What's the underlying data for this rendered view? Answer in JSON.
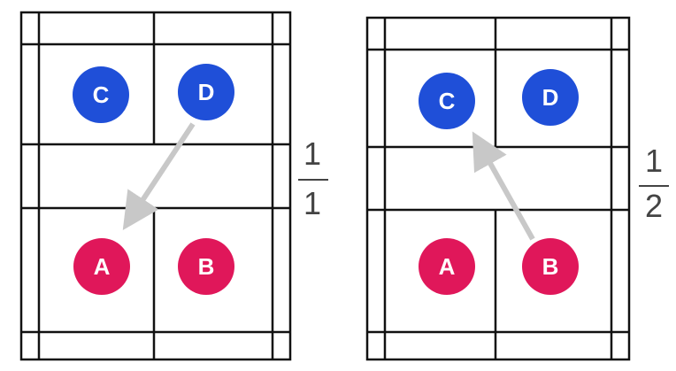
{
  "colors": {
    "court_line": "#111111",
    "blue_team": "#1f4fd8",
    "red_team": "#e0175a",
    "arrow": "#c8c8c8",
    "score_text": "#444444"
  },
  "diagrams": [
    {
      "players": [
        {
          "id": "C",
          "label": "C",
          "team": "blue"
        },
        {
          "id": "D",
          "label": "D",
          "team": "blue"
        },
        {
          "id": "A",
          "label": "A",
          "team": "red"
        },
        {
          "id": "B",
          "label": "B",
          "team": "red"
        }
      ],
      "serve": {
        "from": "D",
        "to": "A"
      },
      "score": {
        "numerator": "1",
        "denominator": "1"
      }
    },
    {
      "players": [
        {
          "id": "C",
          "label": "C",
          "team": "blue"
        },
        {
          "id": "D",
          "label": "D",
          "team": "blue"
        },
        {
          "id": "A",
          "label": "A",
          "team": "red"
        },
        {
          "id": "B",
          "label": "B",
          "team": "red"
        }
      ],
      "serve": {
        "from": "B",
        "to": "C"
      },
      "score": {
        "numerator": "1",
        "denominator": "2"
      }
    }
  ]
}
